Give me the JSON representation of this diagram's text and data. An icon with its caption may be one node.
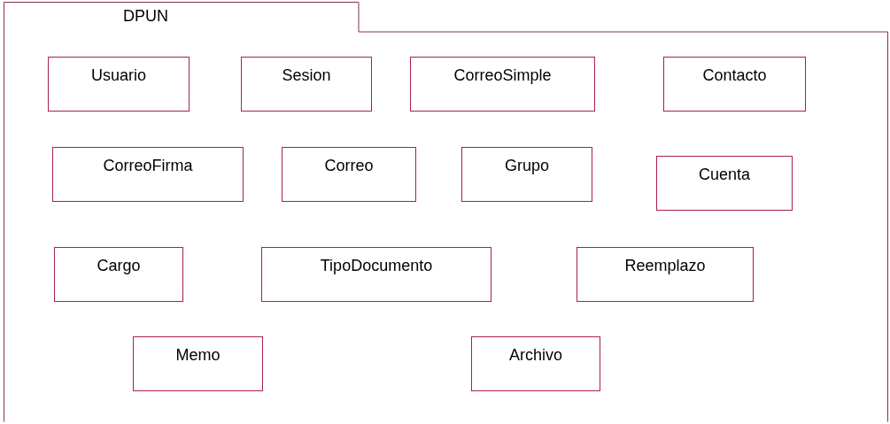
{
  "diagram": {
    "nodes": [
      {
        "text": [
          "DPUN"
        ]
      },
      {
        "text": [
          "Usuario"
        ],
        "in": 0
      },
      {
        "text": [
          "Sesion"
        ],
        "in": 0
      },
      {
        "text": [
          "CorreoSimple"
        ],
        "in": 0
      },
      {
        "text": [
          "Contacto"
        ],
        "in": 0
      },
      {
        "text": [
          "CorreoFirma"
        ],
        "in": 0
      },
      {
        "text": [
          "Correo"
        ],
        "in": 0
      },
      {
        "text": [
          "Grupo"
        ],
        "in": 0
      },
      {
        "text": [
          "Cuenta"
        ],
        "in": 0
      },
      {
        "text": [
          "Cargo"
        ],
        "in": 0
      },
      {
        "text": [
          "TipoDocumento"
        ],
        "in": 0
      },
      {
        "text": [
          "Reemplazo"
        ],
        "in": 0
      },
      {
        "text": [
          "Memo"
        ],
        "in": 0
      },
      {
        "text": [
          "Archivo"
        ],
        "in": 0
      }
    ]
  }
}
